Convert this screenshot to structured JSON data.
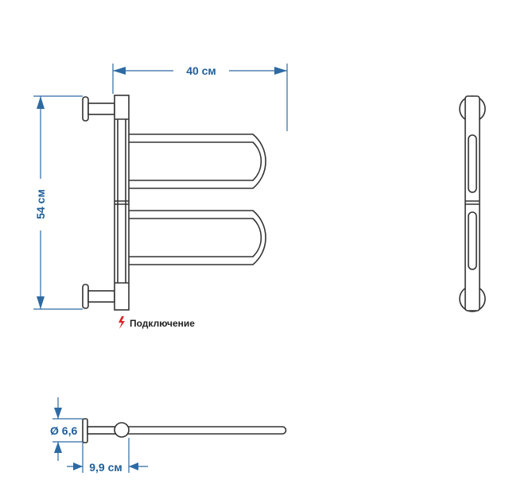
{
  "dimensions": {
    "width_label": "40 см",
    "height_label": "54 см",
    "diameter_label": "Ø 6,6",
    "depth_label": "9,9 см"
  },
  "connection": {
    "label": "Подключение",
    "icon": "lightning-icon",
    "icon_color": "#d9262b"
  },
  "colors": {
    "dimension": "#2d6aa3",
    "outline": "#333333"
  }
}
